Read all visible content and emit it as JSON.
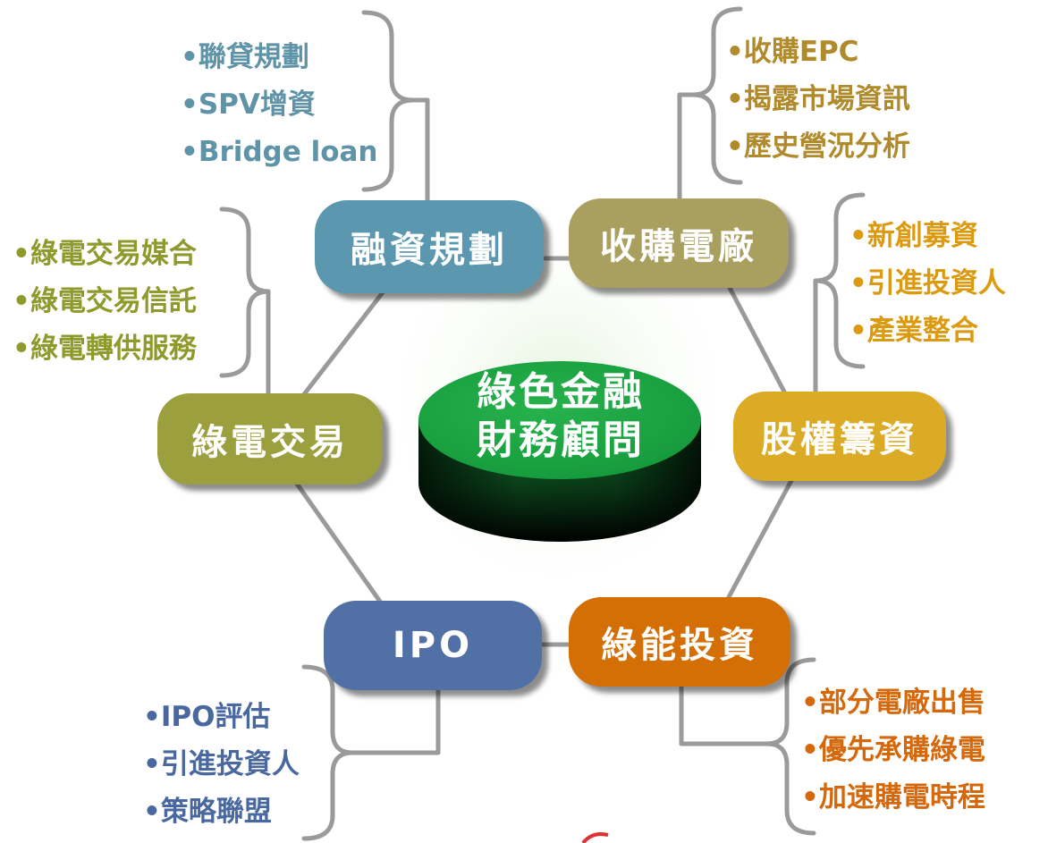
{
  "center": {
    "line1": "綠色金融",
    "line2": "財務顧問",
    "color": "#1fa64a"
  },
  "nodes": {
    "financing": {
      "label": "融資規劃",
      "color": "#5b97ae"
    },
    "acquisition": {
      "label": "收購電廠",
      "color": "#a99f5e"
    },
    "equity": {
      "label": "股權籌資",
      "color": "#dcab25"
    },
    "green_invest": {
      "label": "綠能投資",
      "color": "#d36f05"
    },
    "ipo": {
      "label": "IPO",
      "color": "#5070a6"
    },
    "trading": {
      "label": "綠電交易",
      "color": "#9c9f3e"
    }
  },
  "lists": {
    "financing": {
      "color": "#5f93a8",
      "items": [
        "聯貸規劃",
        "SPV增資",
        "Bridge loan"
      ]
    },
    "acquisition": {
      "color": "#b08a2b",
      "items": [
        "收購EPC",
        "揭露市場資訊",
        "歷史營況分析"
      ]
    },
    "equity": {
      "color": "#dc9a10",
      "items": [
        "新創募資",
        "引進投資人",
        "產業整合"
      ]
    },
    "green_invest": {
      "color": "#d5680a",
      "items": [
        "部分電廠出售",
        "優先承購綠電",
        "加速購電時程"
      ]
    },
    "ipo": {
      "color": "#4a68a0",
      "items": [
        "IPO評估",
        "引進投資人",
        "策略聯盟"
      ]
    },
    "trading": {
      "color": "#8f9a2c",
      "items": [
        "綠電交易媒合",
        "綠電交易信託",
        "綠電轉供服務"
      ]
    }
  },
  "line_color": "#9a9a9a"
}
